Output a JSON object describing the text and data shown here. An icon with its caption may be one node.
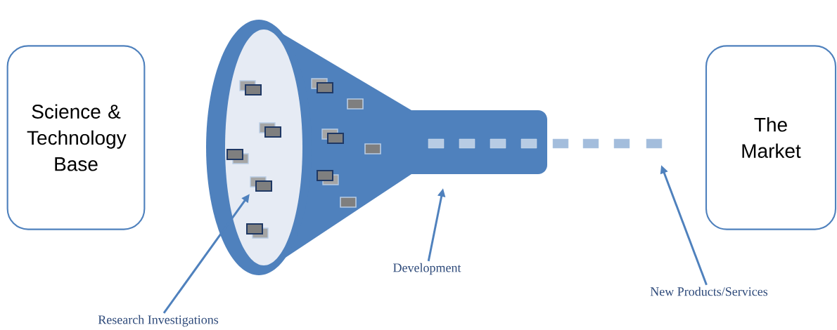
{
  "diagram": {
    "nodes": [
      {
        "text": [
          "Science & Technology Base"
        ]
      },
      {
        "text": [
          "The Market"
        ]
      },
      {
        "text": [
          "Research Investigations"
        ]
      },
      {
        "text": [
          "Development"
        ]
      },
      {
        "text": [
          "New Products/Services"
        ]
      }
    ],
    "edges": [
      {
        "from": 2,
        "to": null,
        "arrow": "to"
      },
      {
        "from": 3,
        "to": null,
        "arrow": "to"
      },
      {
        "from": 4,
        "to": null,
        "arrow": "to"
      }
    ]
  }
}
